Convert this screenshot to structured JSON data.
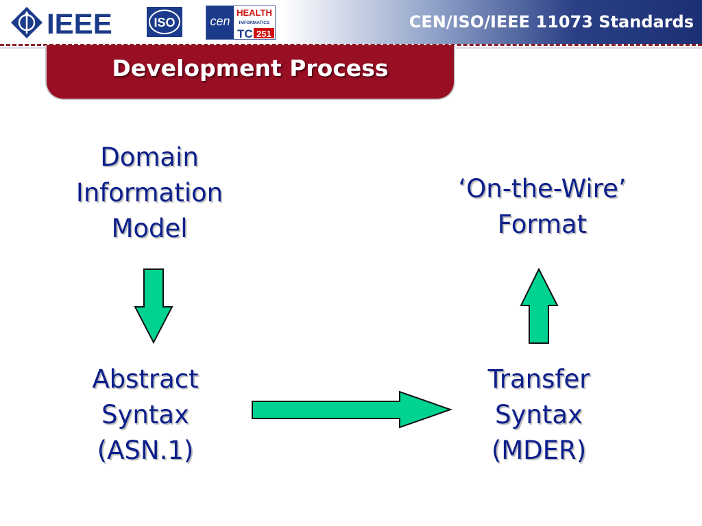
{
  "header": {
    "title": "CEN/ISO/IEEE 11073 Standards",
    "logos": [
      {
        "name": "ieee-logo",
        "text": "IEEE"
      },
      {
        "name": "iso-logo",
        "text": "ISO"
      },
      {
        "name": "cen-tc251-logo",
        "cen": "cen",
        "health": "HEALTH",
        "informatics": "INFORMATICS",
        "tc": "TC",
        "num": "251"
      }
    ]
  },
  "slide": {
    "title": "Development Process"
  },
  "diagram": {
    "nodes": [
      {
        "id": "domain-information-model",
        "lines": [
          "Domain",
          "Information",
          "Model"
        ]
      },
      {
        "id": "abstract-syntax",
        "lines": [
          "Abstract",
          "Syntax",
          "(ASN.1)"
        ]
      },
      {
        "id": "transfer-syntax",
        "lines": [
          "Transfer",
          "Syntax",
          "(MDER)"
        ]
      },
      {
        "id": "on-the-wire-format",
        "lines": [
          "‘On-the-Wire’",
          "Format"
        ]
      }
    ],
    "edges": [
      {
        "from": "domain-information-model",
        "to": "abstract-syntax",
        "direction": "down"
      },
      {
        "from": "abstract-syntax",
        "to": "transfer-syntax",
        "direction": "right"
      },
      {
        "from": "transfer-syntax",
        "to": "on-the-wire-format",
        "direction": "up"
      }
    ],
    "arrow_fill": "#00d291",
    "arrow_stroke": "#111111",
    "text_color": "#0d1f8c"
  }
}
